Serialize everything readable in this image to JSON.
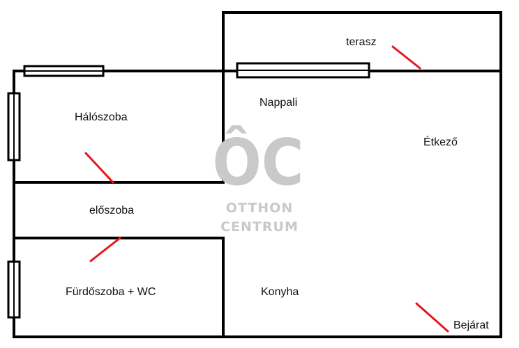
{
  "rooms": {
    "terrace": "terasz",
    "living": "Nappali",
    "bedroom": "Hálószoba",
    "dining": "Étkező",
    "hall": "előszoba",
    "bathroom": "Fürdőszoba + WC",
    "kitchen": "Konyha",
    "entrance": "Bejárat"
  },
  "logo": {
    "mark": "ÔC",
    "line1": "OTTHON",
    "line2": "CENTRUM"
  },
  "colors": {
    "wall": "#000000",
    "door": "#e8141c",
    "watermark": "#c9c9c9"
  }
}
